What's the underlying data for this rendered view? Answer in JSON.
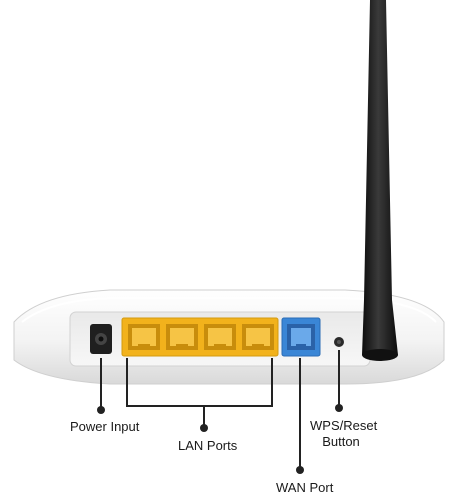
{
  "labels": {
    "power_input": "Power Input",
    "lan_ports": "LAN Ports",
    "wan_port": "WAN Port",
    "wps_reset_line1": "WPS/Reset",
    "wps_reset_line2": "Button"
  },
  "colors": {
    "body": "#f4f4f4",
    "body_shadow": "#d8d8d8",
    "lan_port": "#f2b21c",
    "wan_port": "#3a86d6",
    "antenna": "#1a1a1a",
    "callout": "#222222"
  },
  "ports": {
    "lan_count": 4,
    "wan_count": 1
  }
}
